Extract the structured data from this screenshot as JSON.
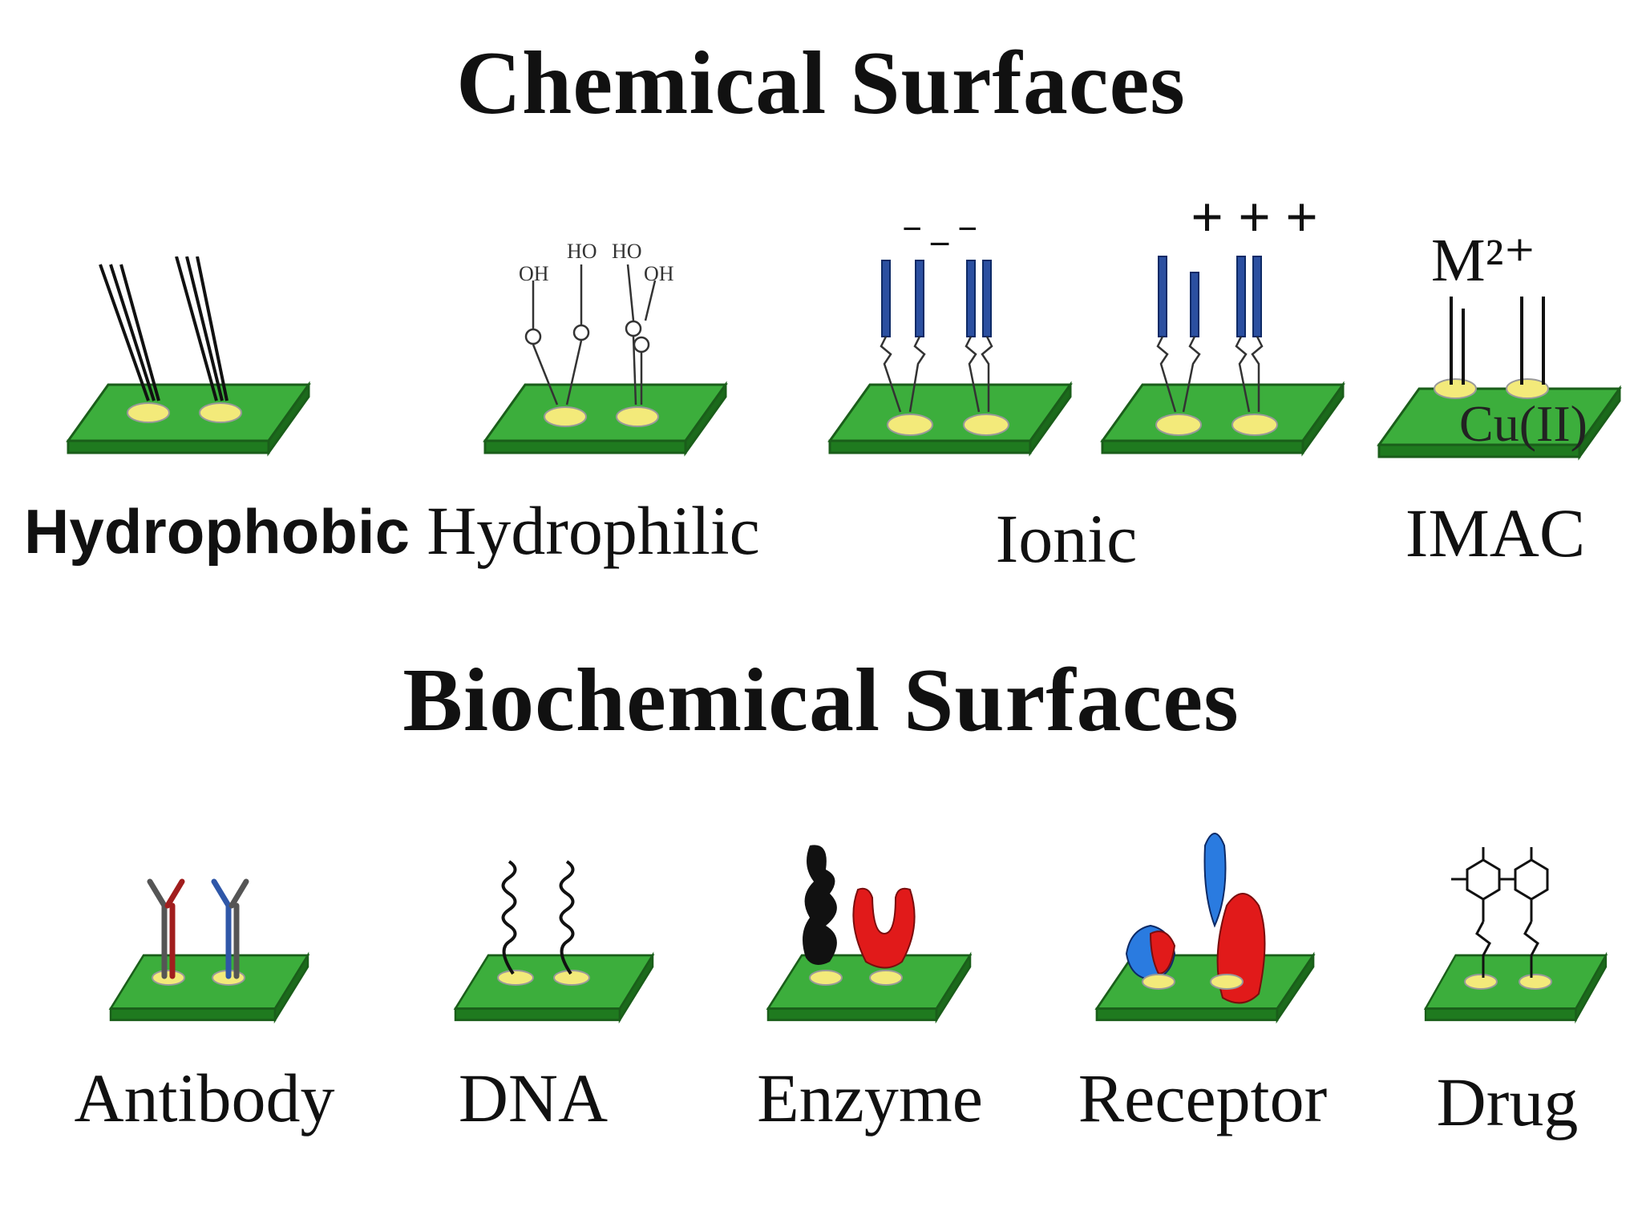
{
  "chemical": {
    "title": "Chemical Surfaces",
    "labels": {
      "hydrophobic": "Hydrophobic",
      "hydrophilic": "Hydrophilic",
      "ionic": "Ionic",
      "imac": "IMAC"
    },
    "hydrophilic_groups": [
      "OH",
      "HO",
      "HO",
      "OH"
    ],
    "ionic_negative": "−  _  −",
    "ionic_positive": "+ + +",
    "imac_ion": "M²⁺",
    "imac_metal": "Cu(II)"
  },
  "biochemical": {
    "title": "Biochemical Surfaces",
    "labels": {
      "antibody": "Antibody",
      "dna": "DNA",
      "enzyme": "Enzyme",
      "receptor": "Receptor",
      "drug": "Drug"
    }
  },
  "colors": {
    "surface_top": "#3cae3c",
    "surface_side": "#1f7a1f",
    "spot": "#f3ea7a",
    "ionic_bar": "#2b4fa0",
    "antibody_red": "#a11d1d",
    "antibody_blue": "#2f57a8",
    "enzyme_red": "#e11a1a",
    "receptor_blue": "#2a7be0"
  }
}
